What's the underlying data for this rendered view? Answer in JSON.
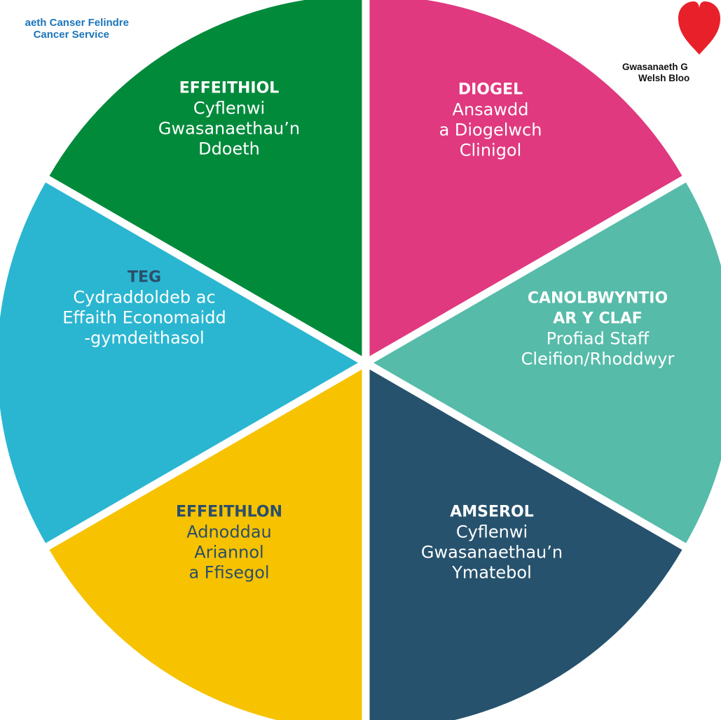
{
  "logos": {
    "left": {
      "line1": "aeth Canser Felindre",
      "line2": "Cancer Service",
      "color": "#1b75bb"
    },
    "right": {
      "icon": "heart-icon",
      "line1": "Gwasanaeth G",
      "line2": "Welsh Bloo",
      "color": "#e8202a"
    }
  },
  "wheel": {
    "segments": [
      {
        "id": "diogel",
        "color": "#e0397f",
        "label_color": "#ffffff",
        "title_color": "#ffffff",
        "title": [
          "DIOGEL"
        ],
        "body": [
          "Ansawdd",
          "a Diogelwch",
          "Clinigol"
        ]
      },
      {
        "id": "canolbwyntio",
        "color": "#56bba9",
        "label_color": "#ffffff",
        "title_color": "#ffffff",
        "title": [
          "CANOLBWYNTIO",
          "AR Y CLAF"
        ],
        "body": [
          "Profiad Staff",
          "Cleifion/Rhoddwyr"
        ]
      },
      {
        "id": "amserol",
        "color": "#26526d",
        "label_color": "#ffffff",
        "title_color": "#ffffff",
        "title": [
          "AMSEROL"
        ],
        "body": [
          "Cyflenwi",
          "Gwasanaethau’n",
          "Ymatebol"
        ]
      },
      {
        "id": "effeithlon",
        "color": "#f7c200",
        "label_color": "#2b4f69",
        "title_color": "#2b4f69",
        "title": [
          "EFFEITHLON"
        ],
        "body": [
          "Adnoddau",
          "Ariannol",
          "a Ffisegol"
        ]
      },
      {
        "id": "teg",
        "color": "#2ab6d1",
        "label_color": "#ffffff",
        "title_color": "#2b4f69",
        "title": [
          "TEG"
        ],
        "body": [
          "Cydraddoldeb ac",
          "Effaith Economaidd",
          "-gymdeithasol"
        ]
      },
      {
        "id": "effeithiol",
        "color": "#028a3b",
        "label_color": "#ffffff",
        "title_color": "#ffffff",
        "title": [
          "EFFEITHIOL"
        ],
        "body": [
          "Cyflenwi",
          "Gwasanaethau’n",
          "Ddoeth"
        ]
      }
    ]
  }
}
